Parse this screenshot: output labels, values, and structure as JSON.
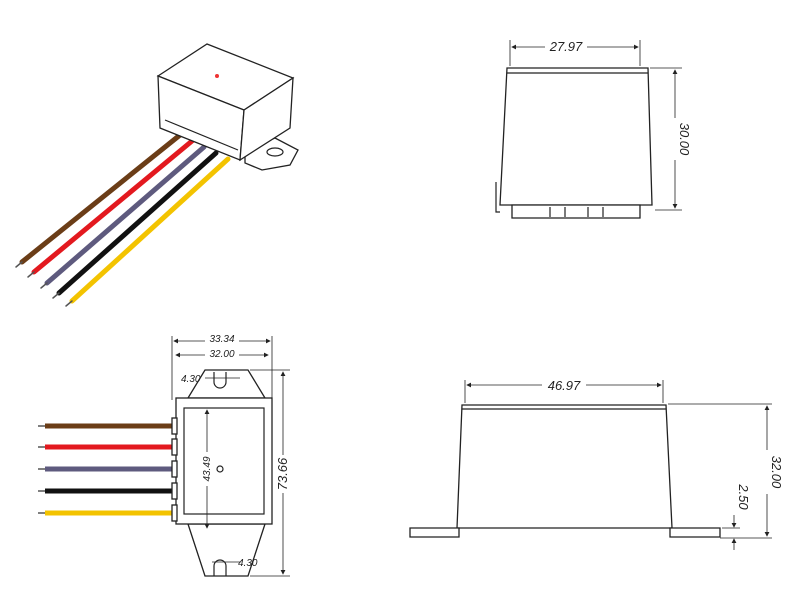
{
  "colors": {
    "wire_brown": "#6b3d17",
    "wire_red": "#e3191f",
    "wire_purple": "#5e5a7e",
    "wire_black": "#111111",
    "wire_yellow": "#f3c300",
    "line": "#222222"
  },
  "front_view": {
    "width_dim": "27.97",
    "height_dim": "30.00"
  },
  "top_view": {
    "outer_width_dim": "33.34",
    "inner_width_dim": "32.00",
    "top_hole_dim": "4.30",
    "body_length_dim": "43.49",
    "total_length_dim": "73.66",
    "bottom_hole_dim": "4.30"
  },
  "side_view": {
    "width_dim": "46.97",
    "height_dim": "32.00",
    "flange_dim": "2.50"
  }
}
